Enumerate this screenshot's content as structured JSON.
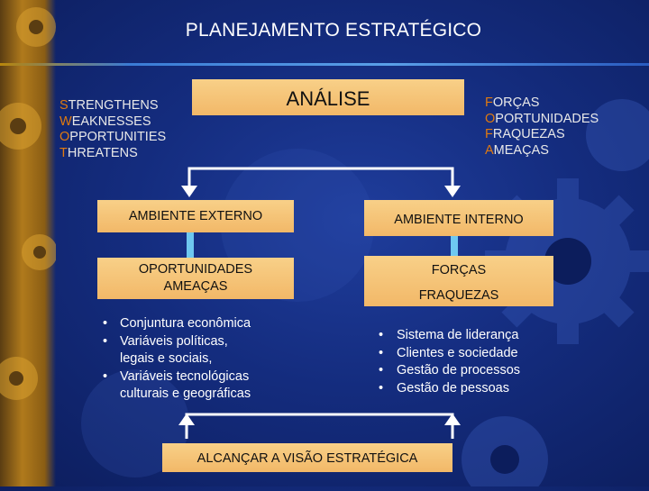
{
  "title": "PLANEJAMENTO ESTRATÉGICO",
  "english_list": {
    "items": [
      {
        "initial": "S",
        "rest": "TRENGTHENS"
      },
      {
        "initial": "W",
        "rest": "EAKNESSES"
      },
      {
        "initial": "O",
        "rest": "PPORTUNITIES"
      },
      {
        "initial": "T",
        "rest": "HREATENS"
      }
    ]
  },
  "portuguese_list": {
    "items": [
      {
        "initial": "F",
        "rest": "ORÇAS"
      },
      {
        "initial": "O",
        "rest": "PORTUNIDADES"
      },
      {
        "initial": "F",
        "rest": "RAQUEZAS"
      },
      {
        "initial": "A",
        "rest": "MEAÇAS"
      }
    ]
  },
  "boxes": {
    "analise": "ANÁLISE",
    "ambiente_externo": "AMBIENTE  EXTERNO",
    "ambiente_interno": "AMBIENTE   INTERNO",
    "oportunidades": "OPORTUNIDADES",
    "ameacas": "AMEAÇAS",
    "forcas": "FORÇAS",
    "fraquezas": "FRAQUEZAS",
    "alcancar": "ALCANÇAR A VISÃO ESTRATÉGICA"
  },
  "externo_bullets": [
    {
      "line1": "Conjuntura econômica",
      "line2": ""
    },
    {
      "line1": "Variáveis políticas,",
      "line2": "legais e sociais,"
    },
    {
      "line1": "Variáveis tecnológicas",
      "line2": "culturais e geográficas"
    }
  ],
  "interno_bullets": [
    "Sistema de liderança",
    "Clientes e sociedade",
    "Gestão de processos",
    "Gestão de pessoas"
  ],
  "colors": {
    "accent_orange": "#e07a10",
    "box_fill": "#f2b868",
    "connector": "#6ec8f0",
    "background": "#142c7e"
  }
}
